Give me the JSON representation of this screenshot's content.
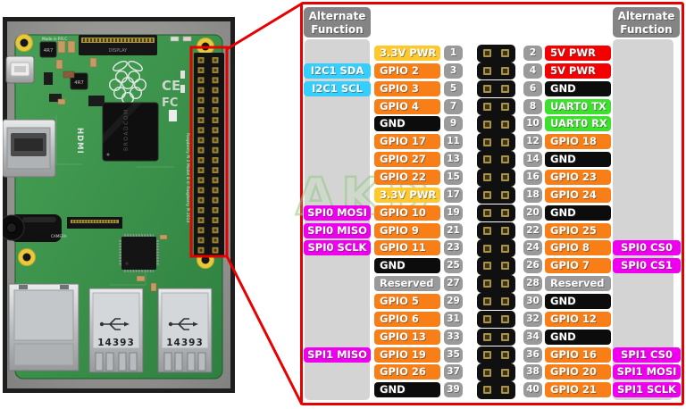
{
  "watermark": "AKD",
  "colors": {
    "power3v3": "#FFC82E",
    "power5v": "#F50000",
    "ground": "#0C0C0C",
    "gpio": "#F87E17",
    "uart": "#3EE02E",
    "i2c": "#35CFFF",
    "spi": "#EE00EE",
    "reserved": "#9A9A9A",
    "pin_number": "#9A9A9A",
    "alt_header_bg": "#848484",
    "column_bg": "#D4D4D4",
    "callout_red": "#E60000"
  },
  "alt_header": {
    "line1": "Alternate",
    "line2": "Function"
  },
  "rows": [
    {
      "l_alt": "",
      "l_alt_t": "",
      "l_label": "3.3V PWR",
      "l_t": "power3v3",
      "l_pin": "1",
      "r_pin": "2",
      "r_label": "5V PWR",
      "r_t": "power5v",
      "r_alt": "",
      "r_alt_t": ""
    },
    {
      "l_alt": "I2C1 SDA",
      "l_alt_t": "i2c",
      "l_label": "GPIO 2",
      "l_t": "gpio",
      "l_pin": "3",
      "r_pin": "4",
      "r_label": "5V PWR",
      "r_t": "power5v",
      "r_alt": "",
      "r_alt_t": ""
    },
    {
      "l_alt": "I2C1 SCL",
      "l_alt_t": "i2c",
      "l_label": "GPIO 3",
      "l_t": "gpio",
      "l_pin": "5",
      "r_pin": "6",
      "r_label": "GND",
      "r_t": "ground",
      "r_alt": "",
      "r_alt_t": ""
    },
    {
      "l_alt": "",
      "l_alt_t": "",
      "l_label": "GPIO 4",
      "l_t": "gpio",
      "l_pin": "7",
      "r_pin": "8",
      "r_label": "UART0 TX",
      "r_t": "uart",
      "r_alt": "",
      "r_alt_t": ""
    },
    {
      "l_alt": "",
      "l_alt_t": "",
      "l_label": "GND",
      "l_t": "ground",
      "l_pin": "9",
      "r_pin": "10",
      "r_label": "UART0 RX",
      "r_t": "uart",
      "r_alt": "",
      "r_alt_t": ""
    },
    {
      "l_alt": "",
      "l_alt_t": "",
      "l_label": "GPIO 17",
      "l_t": "gpio",
      "l_pin": "11",
      "r_pin": "12",
      "r_label": "GPIO 18",
      "r_t": "gpio",
      "r_alt": "",
      "r_alt_t": ""
    },
    {
      "l_alt": "",
      "l_alt_t": "",
      "l_label": "GPIO 27",
      "l_t": "gpio",
      "l_pin": "13",
      "r_pin": "14",
      "r_label": "GND",
      "r_t": "ground",
      "r_alt": "",
      "r_alt_t": ""
    },
    {
      "l_alt": "",
      "l_alt_t": "",
      "l_label": "GPIO 22",
      "l_t": "gpio",
      "l_pin": "15",
      "r_pin": "16",
      "r_label": "GPIO 23",
      "r_t": "gpio",
      "r_alt": "",
      "r_alt_t": ""
    },
    {
      "l_alt": "",
      "l_alt_t": "",
      "l_label": "3.3V PWR",
      "l_t": "power3v3",
      "l_pin": "17",
      "r_pin": "18",
      "r_label": "GPIO 24",
      "r_t": "gpio",
      "r_alt": "",
      "r_alt_t": ""
    },
    {
      "l_alt": "SPI0 MOSI",
      "l_alt_t": "spi",
      "l_label": "GPIO 10",
      "l_t": "gpio",
      "l_pin": "19",
      "r_pin": "20",
      "r_label": "GND",
      "r_t": "ground",
      "r_alt": "",
      "r_alt_t": ""
    },
    {
      "l_alt": "SPI0 MISO",
      "l_alt_t": "spi",
      "l_label": "GPIO 9",
      "l_t": "gpio",
      "l_pin": "21",
      "r_pin": "22",
      "r_label": "GPIO 25",
      "r_t": "gpio",
      "r_alt": "",
      "r_alt_t": ""
    },
    {
      "l_alt": "SPI0 SCLK",
      "l_alt_t": "spi",
      "l_label": "GPIO 11",
      "l_t": "gpio",
      "l_pin": "23",
      "r_pin": "24",
      "r_label": "GPIO 8",
      "r_t": "gpio",
      "r_alt": "SPI0 CS0",
      "r_alt_t": "spi"
    },
    {
      "l_alt": "",
      "l_alt_t": "",
      "l_label": "GND",
      "l_t": "ground",
      "l_pin": "25",
      "r_pin": "26",
      "r_label": "GPIO 7",
      "r_t": "gpio",
      "r_alt": "SPI0 CS1",
      "r_alt_t": "spi"
    },
    {
      "l_alt": "",
      "l_alt_t": "",
      "l_label": "Reserved",
      "l_t": "reserved",
      "l_pin": "27",
      "r_pin": "28",
      "r_label": "Reserved",
      "r_t": "reserved",
      "r_alt": "",
      "r_alt_t": ""
    },
    {
      "l_alt": "",
      "l_alt_t": "",
      "l_label": "GPIO 5",
      "l_t": "gpio",
      "l_pin": "29",
      "r_pin": "30",
      "r_label": "GND",
      "r_t": "ground",
      "r_alt": "",
      "r_alt_t": ""
    },
    {
      "l_alt": "",
      "l_alt_t": "",
      "l_label": "GPIO 6",
      "l_t": "gpio",
      "l_pin": "31",
      "r_pin": "32",
      "r_label": "GPIO 12",
      "r_t": "gpio",
      "r_alt": "",
      "r_alt_t": ""
    },
    {
      "l_alt": "",
      "l_alt_t": "",
      "l_label": "GPIO 13",
      "l_t": "gpio",
      "l_pin": "33",
      "r_pin": "34",
      "r_label": "GND",
      "r_t": "ground",
      "r_alt": "",
      "r_alt_t": ""
    },
    {
      "l_alt": "SPI1 MISO",
      "l_alt_t": "spi",
      "l_label": "GPIO 19",
      "l_t": "gpio",
      "l_pin": "35",
      "r_pin": "36",
      "r_label": "GPIO 16",
      "r_t": "gpio",
      "r_alt": "SPI1 CS0",
      "r_alt_t": "spi"
    },
    {
      "l_alt": "",
      "l_alt_t": "",
      "l_label": "GPIO 26",
      "l_t": "gpio",
      "l_pin": "37",
      "r_pin": "38",
      "r_label": "GPIO 20",
      "r_t": "gpio",
      "r_alt": "SPI1 MOSI",
      "r_alt_t": "spi"
    },
    {
      "l_alt": "",
      "l_alt_t": "",
      "l_label": "GND",
      "l_t": "ground",
      "l_pin": "39",
      "r_pin": "40",
      "r_label": "GPIO 21",
      "r_t": "gpio",
      "r_alt": "SPI1 SCLK",
      "r_alt_t": "spi"
    }
  ],
  "photo": {
    "made_in": "Made in P.R.C",
    "display_label": "DISPLAY",
    "inductor_label": "4R7",
    "hdmi_label": "HDMI",
    "camera_label": "CAMERA",
    "usb_serial": "14393",
    "chip_label": "BROADCOM",
    "ce_label": "CE",
    "fcc_label": "FC",
    "board_label": "Raspberry Pi 2 Model B © Raspberry Pi 2014"
  }
}
